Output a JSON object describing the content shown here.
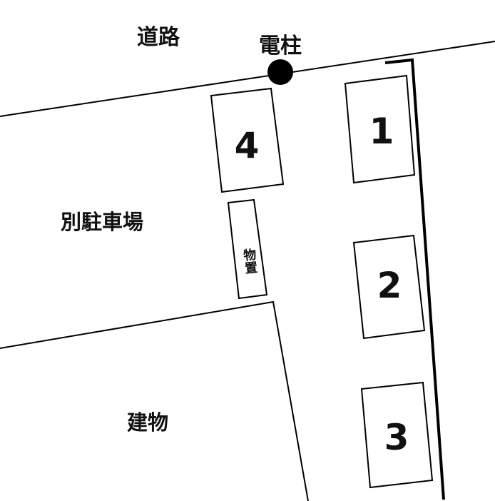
{
  "labels": {
    "road": "道路",
    "pole": "電柱",
    "other_parking": "別駐車場",
    "building": "建物",
    "storage": "物置"
  },
  "spaces": [
    {
      "id": "1",
      "label": "1"
    },
    {
      "id": "2",
      "label": "2"
    },
    {
      "id": "3",
      "label": "3"
    },
    {
      "id": "4",
      "label": "4"
    }
  ],
  "colors": {
    "line": "#000000",
    "background": "#ffffff"
  }
}
